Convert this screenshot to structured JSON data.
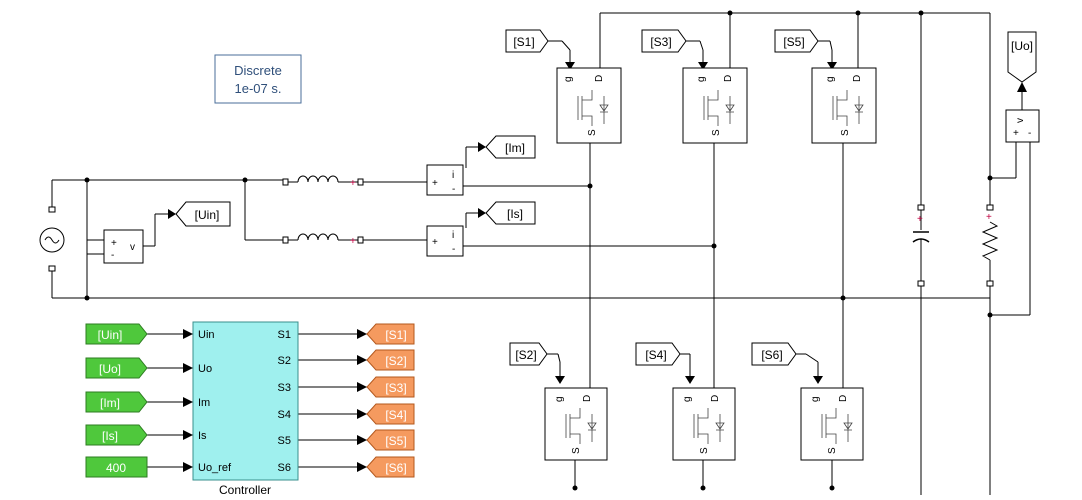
{
  "solver": {
    "line1": "Discrete",
    "line2": "1e-07 s."
  },
  "tags": {
    "S1": "[S1]",
    "S2": "[S2]",
    "S3": "[S3]",
    "S4": "[S4]",
    "S5": "[S5]",
    "S6": "[S6]",
    "Uo": "[Uo]",
    "Uin": "[Uin]",
    "Im": "[Im]",
    "Is": "[Is]"
  },
  "controller": {
    "name": "Controller",
    "inputs": [
      "Uin",
      "Uo",
      "Im",
      "Is",
      "Uo_ref"
    ],
    "outputs": [
      "S1",
      "S2",
      "S3",
      "S4",
      "S5",
      "S6"
    ],
    "input_tags": [
      "[Uin]",
      "[Uo]",
      "[Im]",
      "[Is]"
    ],
    "constant": "400",
    "output_tags": [
      "[S1]",
      "[S2]",
      "[S3]",
      "[S4]",
      "[S5]",
      "[S6]"
    ]
  },
  "switch_labels": {
    "gate": "g",
    "drain": "D",
    "source": "S"
  },
  "meters": {
    "voltage": "v",
    "current": "i",
    "plus": "+",
    "minus": "-"
  },
  "colors": {
    "controller_fill": "#9ff0ee",
    "tag_in": "#4fc83c",
    "tag_out": "#f59a5f"
  }
}
